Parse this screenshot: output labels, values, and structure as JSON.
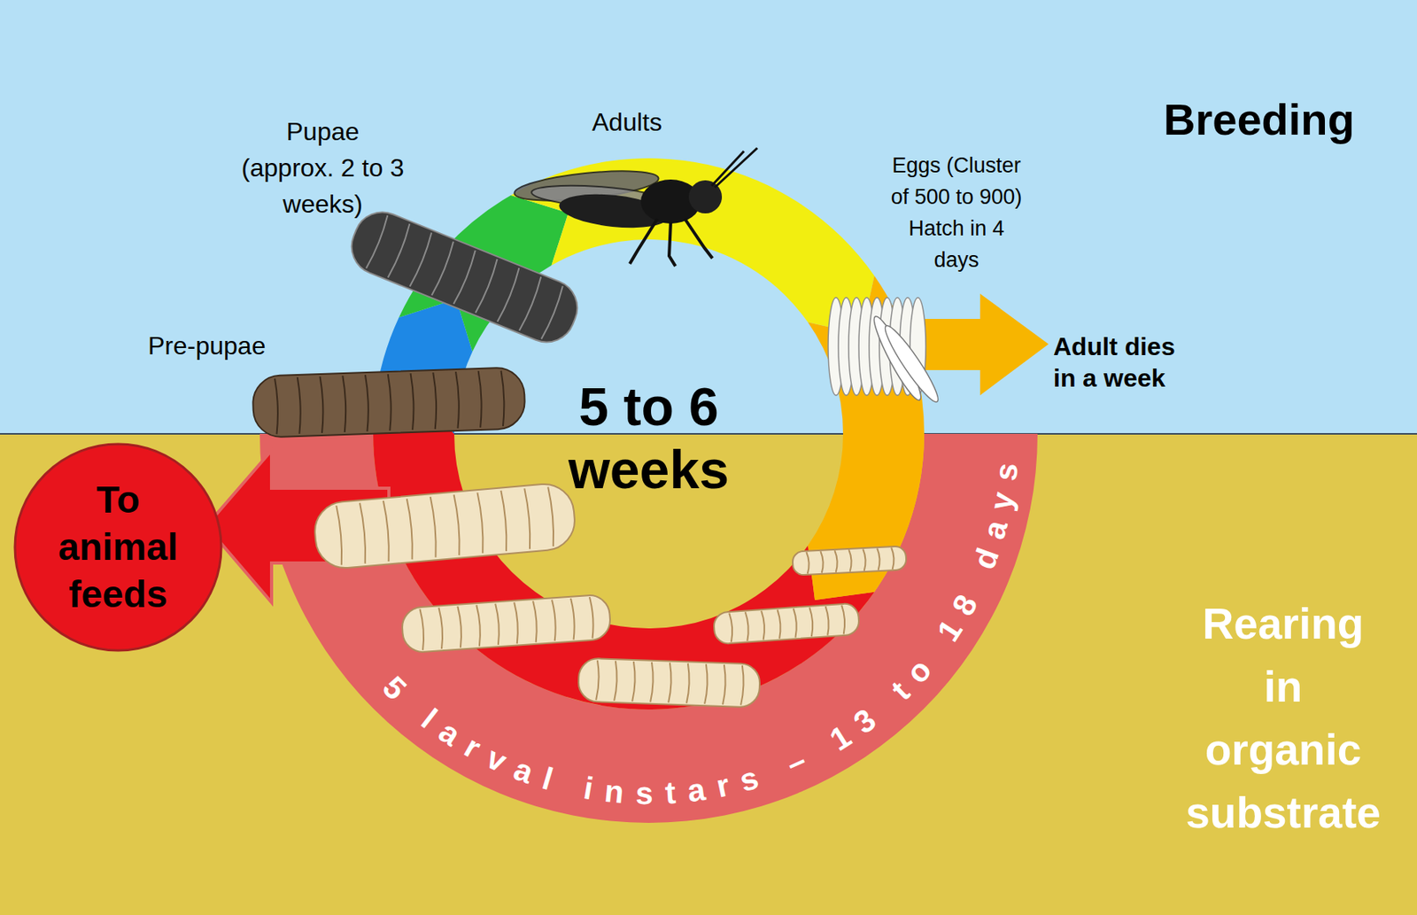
{
  "diagram": {
    "nodes": [
      {
        "text": [
          "To animal feeds"
        ]
      }
    ],
    "labels": [
      "Breeding",
      "Pupae (approx. 2 to 3 weeks)",
      "Adults",
      "Eggs (Cluster of 500 to 900) Hatch in 4 days",
      "Adult dies in a week",
      "Pre-pupae",
      "5 to 6 weeks",
      "5 larval instars – 13 to 18 days",
      "Rearing in organic substrate"
    ]
  }
}
